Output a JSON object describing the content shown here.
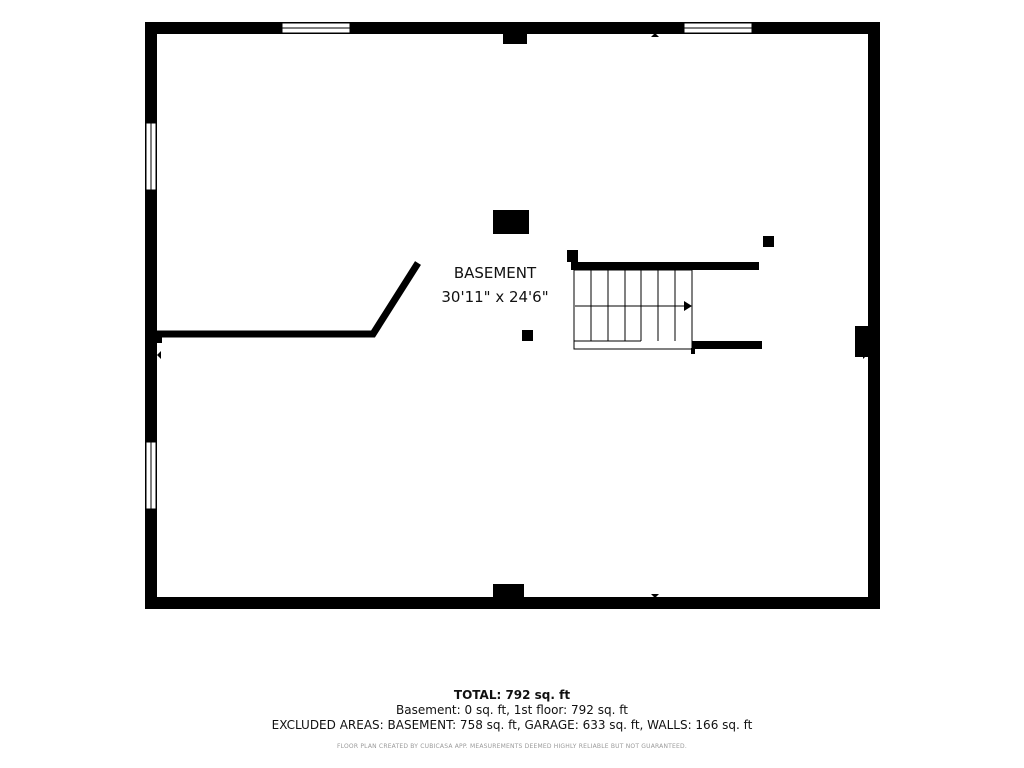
{
  "room": {
    "name": "BASEMENT",
    "dimensions": "30'11\" x 24'6\""
  },
  "summary": {
    "total": "TOTAL: 792 sq. ft",
    "breakdown": "Basement: 0 sq. ft, 1st floor: 792 sq. ft",
    "excluded": "EXCLUDED AREAS: BASEMENT: 758 sq. ft, GARAGE: 633 sq. ft, WALLS: 166 sq. ft",
    "disclaimer": "FLOOR PLAN CREATED BY CUBICASA APP. MEASUREMENTS DEEMED HIGHLY RELIABLE BUT NOT GUARANTEED."
  },
  "colors": {
    "wall": "#000000",
    "window": "#ffffff",
    "text": "#111111",
    "disclaimer": "#9a9a9a"
  }
}
